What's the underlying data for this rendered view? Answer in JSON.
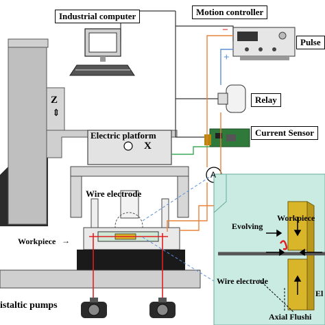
{
  "labels": {
    "industrial_computer": "Industrial computer",
    "motion_controller": "Motion controller",
    "pulse": "Pulse",
    "relay": "Relay",
    "current_sensor": "Current Sensor",
    "electric_platform": "Electric platform",
    "axis_x": "X",
    "axis_z": "Z",
    "ammeter": "A",
    "wire_electrode": "Wire electrode",
    "workpiece": "Workpiece",
    "peristaltic_pumps": "istaltic pumps",
    "zoom_workpiece": "Workpiece",
    "zoom_evolving": "Evolving",
    "zoom_wire_electrode": "Wire electrode",
    "zoom_el": "El",
    "zoom_axial_flushing": "Axial Flushi",
    "pulse_minus": "−",
    "pulse_plus": "+"
  },
  "colors": {
    "wire_red": "#e02020",
    "signal_green": "#3aaa5a",
    "signal_orange": "#e8823a",
    "signal_blue": "#5b8fd6",
    "zoom_bg": "#c9ebe1",
    "workpiece_yellow": "#d9b52a",
    "base_dark": "#1a1a1a",
    "frame_gray": "#bfbfbf",
    "platform_gray": "#e3e3e3"
  }
}
